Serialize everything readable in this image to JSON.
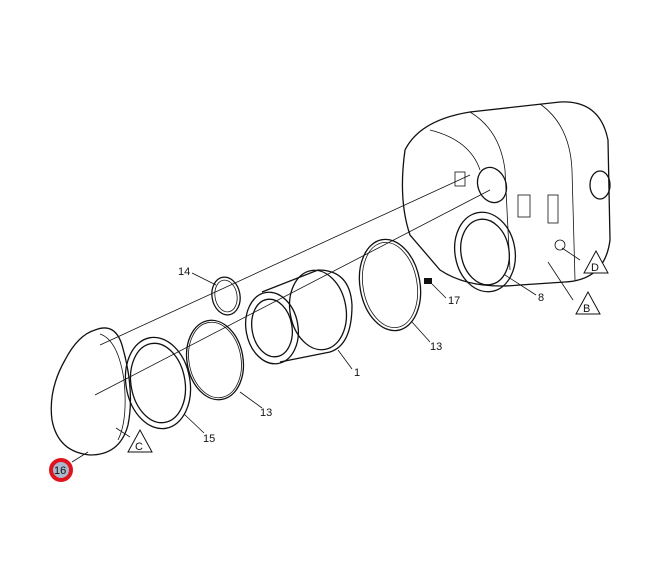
{
  "diagram": {
    "part_labels": {
      "clamp": "14",
      "bolt": "17",
      "housing_ring": "8",
      "gasket_rear": "13",
      "filter_cylinder": "1",
      "gasket_front": "13",
      "front_ring": "15",
      "end_cover": "16"
    },
    "reference_markers": {
      "d": "D",
      "b": "B",
      "c": "C"
    },
    "highlighted_part": "16",
    "colors": {
      "highlight_ring": "#e0141e",
      "highlight_fill": "#aab8cc",
      "line": "#111111"
    }
  }
}
